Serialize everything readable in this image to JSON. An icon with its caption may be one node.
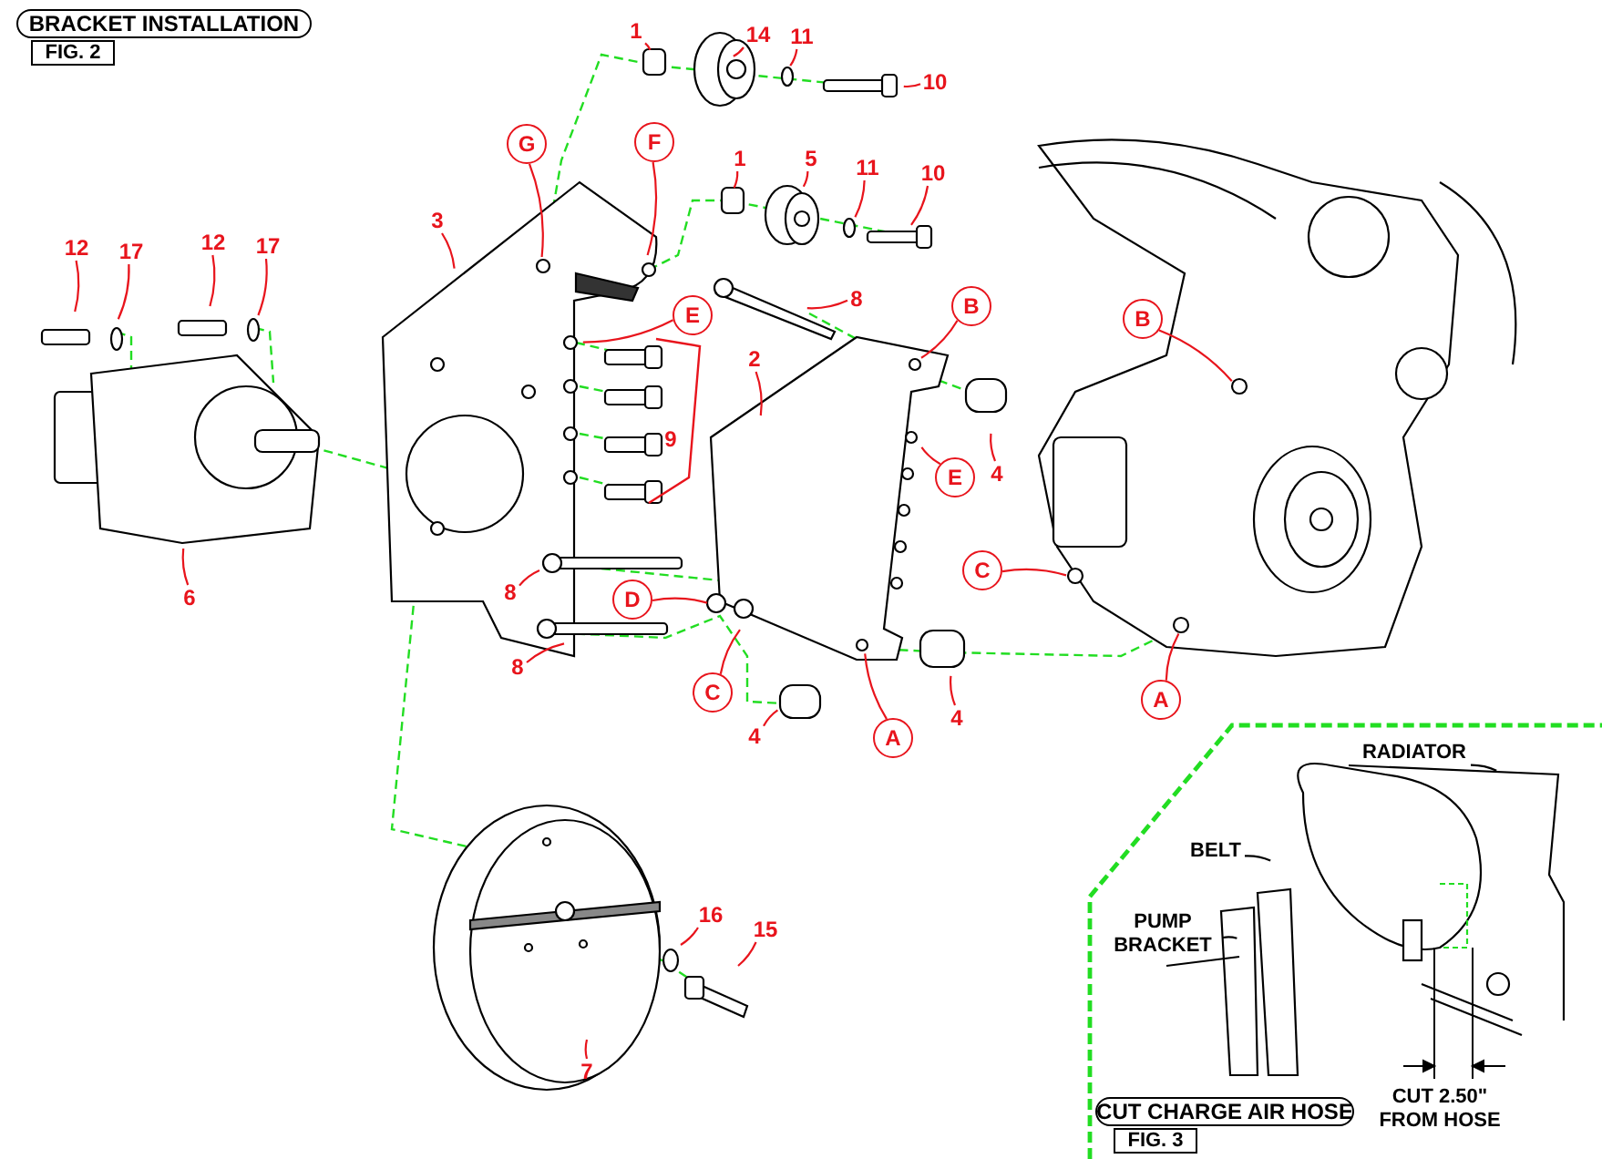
{
  "diagram": {
    "nodes": [
      {
        "text": [
          "BRACKET INSTALLATION"
        ]
      },
      {
        "text": [
          "FIG. 2"
        ]
      },
      {
        "text": [
          "1"
        ]
      },
      {
        "text": [
          "14"
        ]
      },
      {
        "text": [
          "11"
        ]
      },
      {
        "text": [
          "10"
        ]
      },
      {
        "text": [
          "G"
        ]
      },
      {
        "text": [
          "F"
        ]
      },
      {
        "text": [
          "1"
        ]
      },
      {
        "text": [
          "5"
        ]
      },
      {
        "text": [
          "11"
        ]
      },
      {
        "text": [
          "10"
        ]
      },
      {
        "text": [
          "3"
        ]
      },
      {
        "text": [
          "E"
        ]
      },
      {
        "text": [
          "8"
        ]
      },
      {
        "text": [
          "B"
        ]
      },
      {
        "text": [
          "12"
        ]
      },
      {
        "text": [
          "17"
        ]
      },
      {
        "text": [
          "12"
        ]
      },
      {
        "text": [
          "17"
        ]
      },
      {
        "text": [
          "2"
        ]
      },
      {
        "text": [
          "E"
        ]
      },
      {
        "text": [
          "4"
        ]
      },
      {
        "text": [
          "B"
        ]
      },
      {
        "text": [
          "C"
        ]
      },
      {
        "text": [
          "D"
        ]
      },
      {
        "text": [
          "8"
        ]
      },
      {
        "text": [
          "8"
        ]
      },
      {
        "text": [
          "C"
        ]
      },
      {
        "text": [
          "A"
        ]
      },
      {
        "text": [
          "4"
        ]
      },
      {
        "text": [
          "4"
        ]
      },
      {
        "text": [
          "A"
        ]
      },
      {
        "text": [
          "6"
        ]
      },
      {
        "text": [
          "7"
        ]
      },
      {
        "text": [
          "16"
        ]
      },
      {
        "text": [
          "15"
        ]
      },
      {
        "text": [
          "RADIATOR"
        ]
      },
      {
        "text": [
          "BELT"
        ]
      },
      {
        "text": [
          "PUMP BRACKET"
        ]
      },
      {
        "text": [
          "CUT CHARGE AIR HOSE"
        ]
      },
      {
        "text": [
          "FIG. 3"
        ]
      }
    ],
    "edges": [
      {
        "from": 2,
        "to": null,
        "arrow": "none"
      },
      {
        "from": 3,
        "to": null,
        "arrow": "none"
      },
      {
        "from": 4,
        "to": null,
        "arrow": "none"
      },
      {
        "from": 5,
        "to": null,
        "arrow": "none"
      },
      {
        "from": 6,
        "to": null,
        "arrow": "none"
      },
      {
        "from": 7,
        "to": null,
        "arrow": "none"
      },
      {
        "from": 8,
        "to": null,
        "arrow": "none"
      },
      {
        "from": 9,
        "to": null,
        "arrow": "none"
      },
      {
        "from": 10,
        "to": null,
        "arrow": "none"
      },
      {
        "from": 11,
        "to": null,
        "arrow": "none"
      },
      {
        "from": 12,
        "to": null,
        "arrow": "none"
      },
      {
        "from": 13,
        "to": null,
        "arrow": "none"
      },
      {
        "from": 14,
        "to": null,
        "arrow": "none"
      },
      {
        "from": 15,
        "to": null,
        "arrow": "none"
      },
      {
        "from": 16,
        "to": null,
        "arrow": "none"
      },
      {
        "from": 17,
        "to": null,
        "arrow": "none"
      },
      {
        "from": 18,
        "to": null,
        "arrow": "none"
      },
      {
        "from": 19,
        "to": null,
        "arrow": "none"
      },
      {
        "from": 20,
        "to": null,
        "arrow": "none"
      },
      {
        "from": 21,
        "to": null,
        "arrow": "none"
      },
      {
        "from": 22,
        "to": null,
        "arrow": "none"
      },
      {
        "from": 23,
        "to": null,
        "arrow": "none"
      },
      {
        "from": 24,
        "to": null,
        "arrow": "none"
      },
      {
        "from": 25,
        "to": null,
        "arrow": "none"
      },
      {
        "from": 26,
        "to": null,
        "arrow": "none"
      },
      {
        "from": 27,
        "to": null,
        "arrow": "none"
      },
      {
        "from": 28,
        "to": null,
        "arrow": "none"
      },
      {
        "from": 29,
        "to": null,
        "arrow": "none"
      },
      {
        "from": 30,
        "to": null,
        "arrow": "none"
      },
      {
        "from": 31,
        "to": null,
        "arrow": "none"
      },
      {
        "from": 32,
        "to": null,
        "arrow": "none"
      },
      {
        "from": 33,
        "to": null,
        "arrow": "none"
      },
      {
        "from": 34,
        "to": null,
        "arrow": "none"
      },
      {
        "from": 35,
        "to": null,
        "arrow": "none"
      },
      {
        "from": 36,
        "to": null,
        "arrow": "none"
      },
      {
        "from": 37,
        "to": null,
        "arrow": "none",
        "color": "#000000"
      },
      {
        "from": 38,
        "to": null,
        "arrow": "none",
        "color": "#000000"
      },
      {
        "from": 39,
        "to": null,
        "arrow": "none",
        "color": "#000000"
      }
    ],
    "labels": [
      "9",
      "CUT 2.50\" FROM HOSE"
    ]
  }
}
